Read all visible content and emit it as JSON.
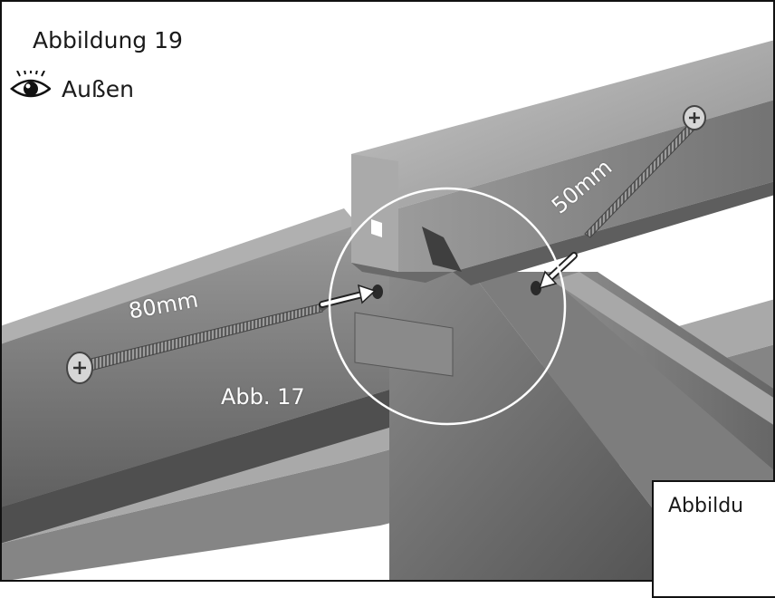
{
  "figure": {
    "title": "Abbildung 19",
    "view_icon": "eye-icon",
    "view_label": "Außen"
  },
  "callouts": {
    "screw_long_length": "80mm",
    "screw_short_length": "50mm",
    "reference": "Abb. 17"
  },
  "inset": {
    "label": "Abbildu"
  },
  "colors": {
    "frame": "#111111",
    "wood_dark": "#6e6e6e",
    "wood_mid": "#8c8c8c",
    "wood_light": "#b5b5b5",
    "annotation": "#ffffff"
  }
}
